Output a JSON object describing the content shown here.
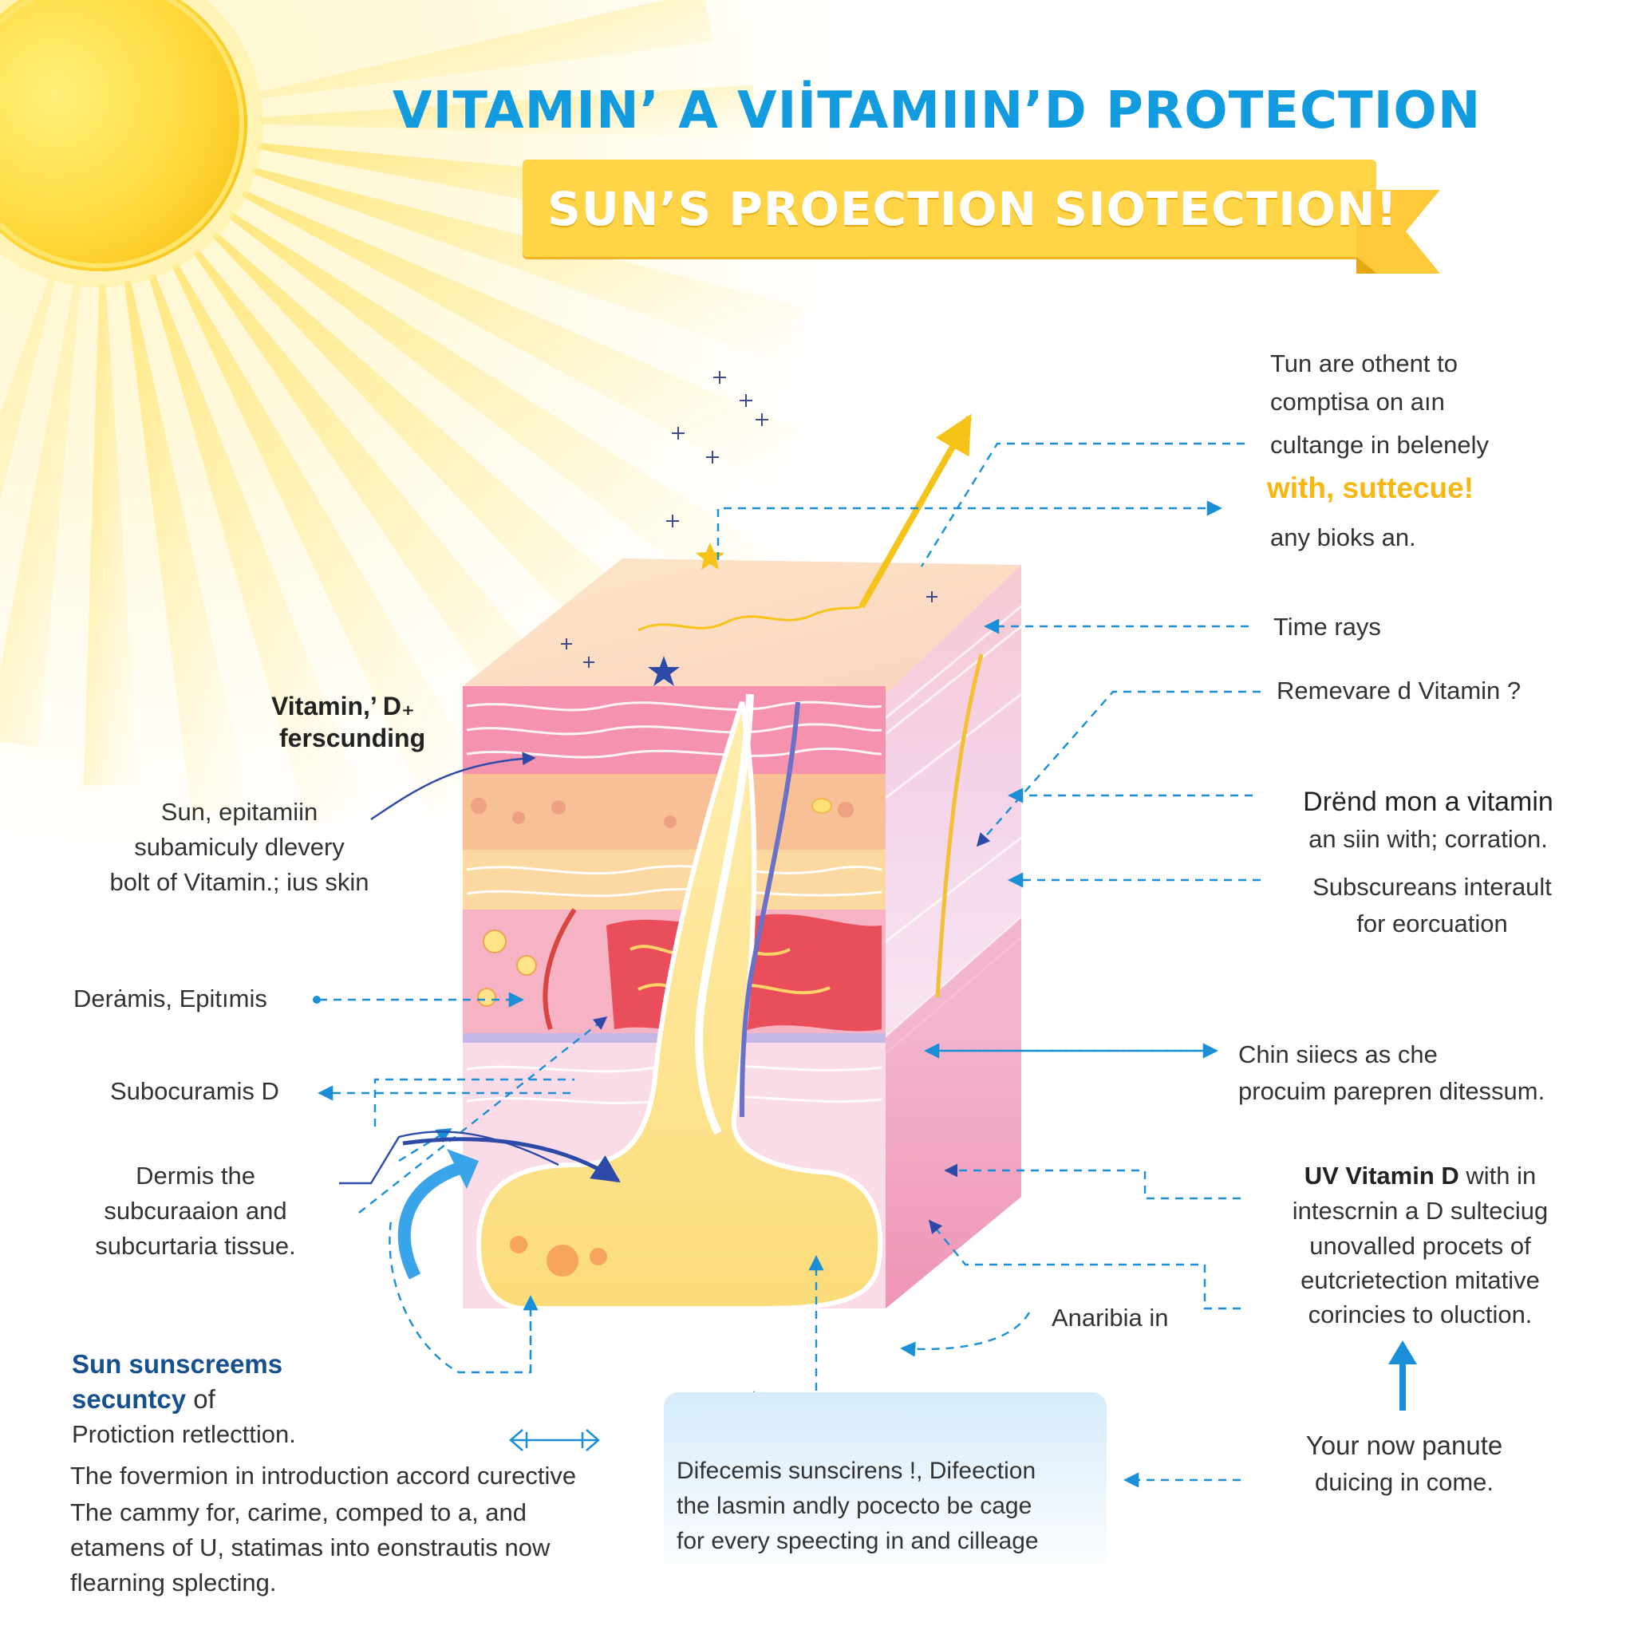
{
  "title": "VITAMIN’ A VIİTAMIIN’D PROTECTION",
  "banner": "SUN’S PROECTION SIOTECTION!",
  "colors": {
    "title_blue": "#139be0",
    "banner_yellow": "#ffd447",
    "sun_yellow": "#fdd535",
    "arrow_blue": "#1a8fd8",
    "dark_blue": "#2e4aa8"
  },
  "right_labels": {
    "top_block": {
      "line1": "Tun are othent to",
      "line2": "comptisa on aın",
      "line3": "cultange in belenely",
      "highlight": "with, suttecue!",
      "line5": "any bioks an."
    },
    "time_rays": "Time rays",
    "remevare": "Remevare d Vitamin ?",
    "drend": {
      "line1": "Drënd mon a vitamin",
      "line2": "an siin with; corration."
    },
    "subscureans": {
      "line1": "Subscureans interault",
      "line2": "for eorcuation"
    },
    "chin": {
      "line1": "Chin siiecs as che",
      "line2": "procuim parepren ditessum."
    },
    "uv": {
      "bold": "UV Vitamin D",
      "rest": " with in",
      "line2": "intescrnin a D sulteciug",
      "line3": "unovalled procets of",
      "line4": "eutcrietection mitative",
      "line5": "corincies to oluction."
    },
    "anaribia": "Anaribia in",
    "your_now": {
      "line1": "Your now panute",
      "line2": "duicing in come."
    }
  },
  "left_labels": {
    "vitamin_d": {
      "line1": "Vitamin,’  D₊",
      "line2": "ferscunding"
    },
    "sun_epitamiin": {
      "line1": "Sun, epitamiin",
      "line2": "subamiculy dlevery",
      "line3": "bolt of Vitamin.; ius skin"
    },
    "deramis": "Derȧmis, Epitımis",
    "subocuramis": "Subocuramis D",
    "dermis": {
      "line1": "Dermis the",
      "line2": "subcuraaion and",
      "line3": "subcurtaria tissue."
    }
  },
  "bottom_left": {
    "heading1": "Sun sunscreems",
    "heading2": "secuntcy",
    "heading2_rest": " of",
    "line3": "Protiction retlecttion.",
    "para": [
      "The fovermion in introduction accord curective",
      "The cammy for, carime, comped to a, and",
      "etamens of U, statimas into eonstrautis now",
      "flearning splecting."
    ]
  },
  "bottom_center": {
    "lines": [
      "Difecemis sunscirens !, Difeection",
      "the lasmin andly pocecto be cage",
      "for every speecting in and cilleage"
    ]
  }
}
